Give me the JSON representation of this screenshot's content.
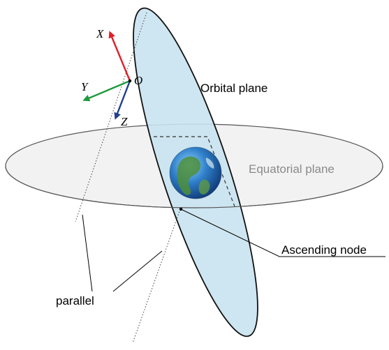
{
  "labels": {
    "x_axis": "X",
    "y_axis": "Y",
    "z_axis": "Z",
    "origin": "O",
    "orbital_plane": "Orbital plane",
    "equatorial_plane": "Equatorial plane",
    "ascending_node": "Ascending node",
    "parallel": "parallel"
  },
  "colors": {
    "x_axis": "#e0202a",
    "y_axis": "#1e9a3c",
    "z_axis": "#1f3f8f",
    "orbital_plane_fill": "#c9e3f0",
    "equatorial_plane_fill": "#f1f2f1",
    "equatorial_label": "#8a8a8a",
    "line": "#000000"
  },
  "icons": {
    "earth": "earth-globe-icon"
  }
}
